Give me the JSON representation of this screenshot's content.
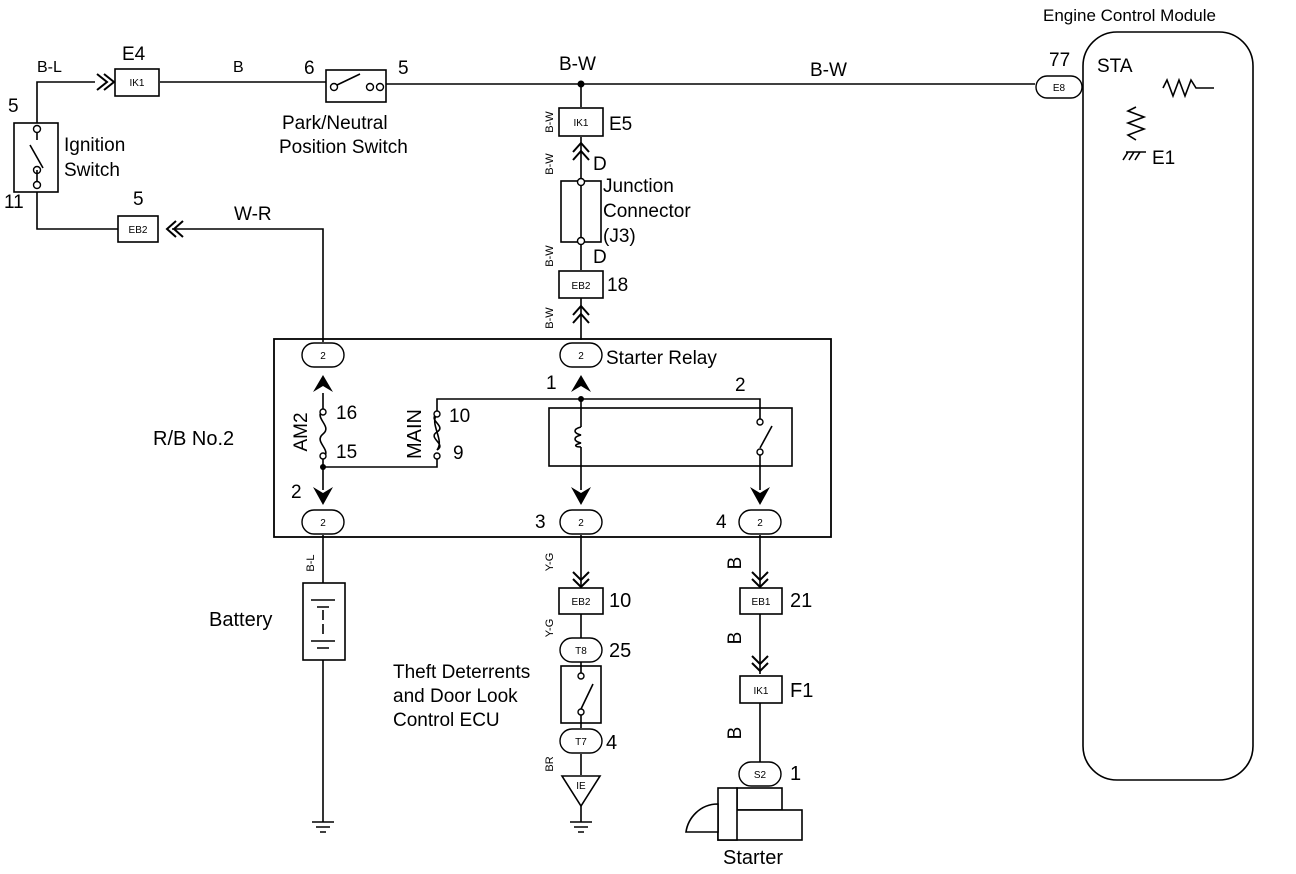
{
  "components": {
    "ecm": "Engine Control Module",
    "ecm_pin": "77",
    "ecm_conn": "E8",
    "sta": "STA",
    "e1": "E1",
    "ignition_line1": "Ignition",
    "ignition_line2": "Switch",
    "ign_pin_top": "5",
    "ign_pin_bot": "11",
    "park_line1": "Park/Neutral",
    "park_line2": "Position Switch",
    "park_pin_left": "6",
    "park_pin_right": "5",
    "junction_line1": "Junction",
    "junction_line2": "Connector",
    "junction_line3": "(J3)",
    "starter_relay": "Starter Relay",
    "rb": "R/B No.2",
    "am2": "AM2",
    "main": "MAIN",
    "battery": "Battery",
    "theft_line1": "Theft Deterrents",
    "theft_line2": "and Door Look",
    "theft_line3": "Control ECU",
    "starter": "Starter"
  },
  "connectors": {
    "e4_code": "E4",
    "e4": "IK1",
    "e5": "IK1",
    "e5_code": "E5",
    "eb2_top": "EB2",
    "eb2_top_pin": "5",
    "eb2_mid": "EB2",
    "eb2_mid_pin": "18",
    "eb2_low": "EB2",
    "eb2_low_pin": "10",
    "t8": "T8",
    "t8_pin": "25",
    "t7": "T7",
    "t7_pin": "4",
    "ie": "IE",
    "eb1": "EB1",
    "eb1_pin": "21",
    "f1": "IK1",
    "f1_code": "F1",
    "s2": "S2",
    "s2_pin": "1",
    "d_top": "D",
    "d_bot": "D",
    "relay_term": "2"
  },
  "pins": {
    "am2_top": "16",
    "am2_bot": "15",
    "main_top": "10",
    "main_bot": "9",
    "relay_1": "1",
    "relay_2": "2",
    "rb_2": "2",
    "rb_3": "3",
    "rb_4": "4"
  },
  "wires": {
    "bl_top": "B-L",
    "b_top": "B",
    "bw_junction": "B-W",
    "bw_ecm": "B-W",
    "wr": "W-R",
    "bw_v1": "B-W",
    "bw_v2": "B-W",
    "bw_v3": "B-W",
    "bw_v4": "B-W",
    "bl_bat": "B-L",
    "yg_1": "Y-G",
    "yg_2": "Y-G",
    "br": "BR",
    "b_1": "B",
    "b_2": "B",
    "b_3": "B"
  }
}
